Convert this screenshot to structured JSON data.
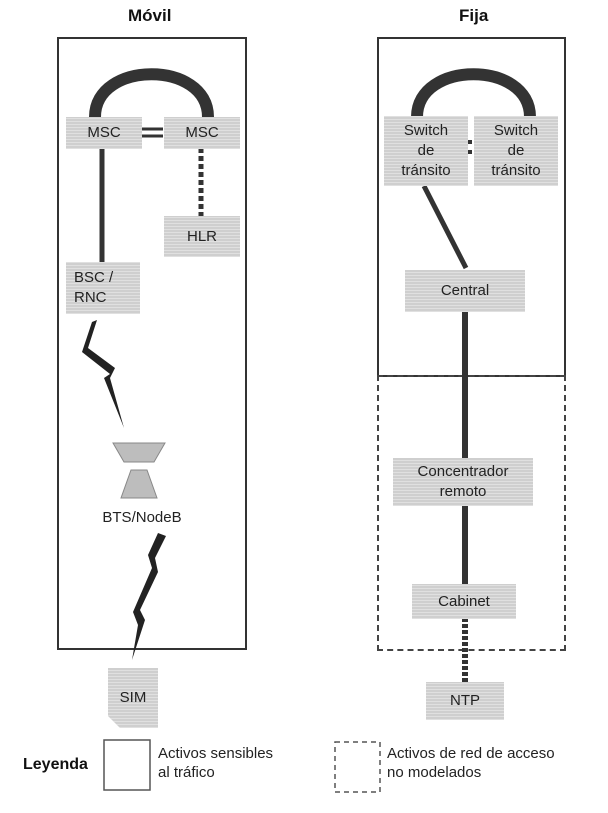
{
  "sections": {
    "mobile_title": "Móvil",
    "fixed_title": "Fija"
  },
  "mobile": {
    "msc_left": "MSC",
    "msc_right": "MSC",
    "hlr": "HLR",
    "bsc_line1": "BSC /",
    "bsc_line2": "RNC",
    "bts": "BTS/NodeB",
    "sim": "SIM"
  },
  "fixed": {
    "switch_left": [
      "Switch",
      "de",
      "tránsito"
    ],
    "switch_right": [
      "Switch",
      "de",
      "tránsito"
    ],
    "central": "Central",
    "concentrador": [
      "Concentrador",
      "remoto"
    ],
    "cabinet": "Cabinet",
    "ntp": "NTP"
  },
  "legend": {
    "title": "Leyenda",
    "solid_label": [
      "Activos sensibles",
      "al tráfico"
    ],
    "dashed_label": [
      "Activos de red de acceso",
      "no modelados"
    ]
  },
  "colors": {
    "node_fill": "#cfcfcf",
    "link": "#333333",
    "frame": "#333333"
  }
}
